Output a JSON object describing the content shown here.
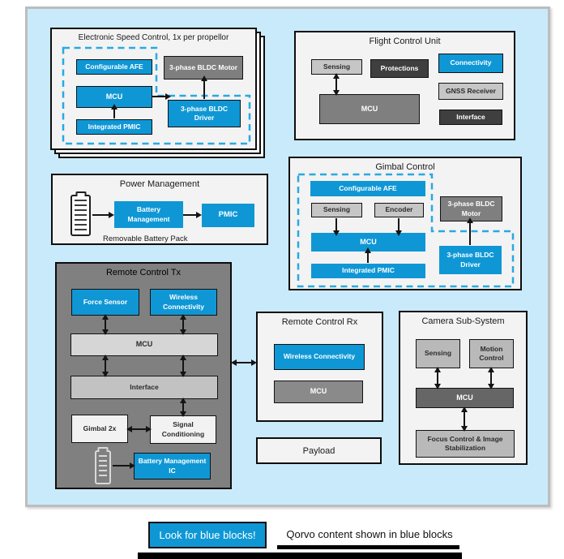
{
  "esc": {
    "title": "Electronic Speed Control, 1x per propellor",
    "afe": "Configurable AFE",
    "mcu": "MCU",
    "pmic": "Integrated PMIC",
    "motor": "3-phase BLDC Motor",
    "driver": "3-phase BLDC Driver"
  },
  "fcu": {
    "title": "Flight Control Unit",
    "sensing": "Sensing",
    "protections": "Protections",
    "connectivity": "Connectivity",
    "gnss": "GNSS Receiver",
    "interface": "Interface",
    "mcu": "MCU"
  },
  "pm": {
    "title": "Power Management",
    "battery_mgmt": "Battery Management",
    "pmic": "PMIC",
    "caption": "Removable Battery Pack"
  },
  "gimbal": {
    "title": "Gimbal Control",
    "afe": "Configurable AFE",
    "sensing": "Sensing",
    "encoder": "Encoder",
    "mcu": "MCU",
    "pmic": "Integrated PMIC",
    "motor": "3-phase BLDC Motor",
    "driver": "3-phase BLDC Driver"
  },
  "tx": {
    "title": "Remote Control Tx",
    "force_sensor": "Force Sensor",
    "wireless": "Wireless Connectivity",
    "mcu": "MCU",
    "interface": "Interface",
    "gimbal": "Gimbal 2x",
    "signal": "Signal Conditioning",
    "battery_ic": "Battery Management IC"
  },
  "rx": {
    "title": "Remote Control Rx",
    "wireless": "Wireless Connectivity",
    "mcu": "MCU"
  },
  "payload": {
    "title": "Payload"
  },
  "camera": {
    "title": "Camera Sub-System",
    "sensing": "Sensing",
    "motion": "Motion Control",
    "mcu": "MCU",
    "focus": "Focus Control & Image Stabilization"
  },
  "legend": {
    "badge": "Look for blue blocks!",
    "caption": "Qorvo content shown in blue blocks"
  },
  "colors": {
    "qorvo_blue": "#0f97d5",
    "dashed_blue": "#29a9e1",
    "container_bg": "#c9eafb",
    "panel_bg": "#f3f3f3",
    "dark_panel": "#808080"
  }
}
